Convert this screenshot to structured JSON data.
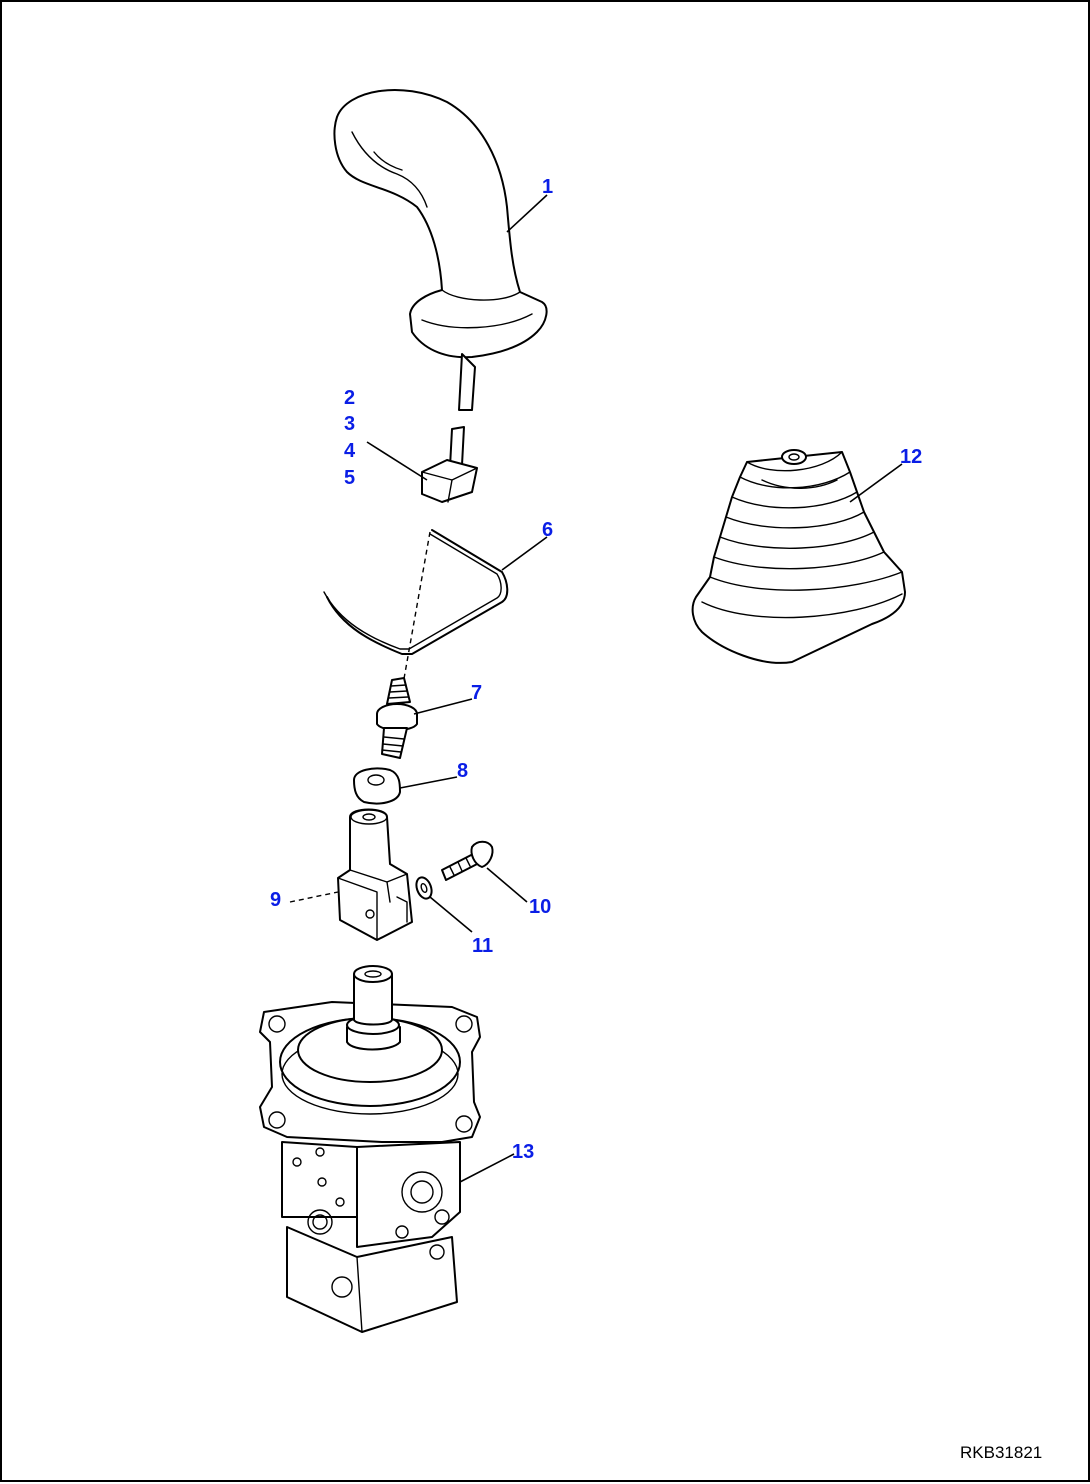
{
  "callouts": [
    {
      "id": "1",
      "label": "1"
    },
    {
      "id": "2",
      "label": "2"
    },
    {
      "id": "3",
      "label": "3"
    },
    {
      "id": "4",
      "label": "4"
    },
    {
      "id": "5",
      "label": "5"
    },
    {
      "id": "6",
      "label": "6"
    },
    {
      "id": "7",
      "label": "7"
    },
    {
      "id": "8",
      "label": "8"
    },
    {
      "id": "9",
      "label": "9"
    },
    {
      "id": "10",
      "label": "10"
    },
    {
      "id": "11",
      "label": "11"
    },
    {
      "id": "12",
      "label": "12"
    },
    {
      "id": "13",
      "label": "13"
    }
  ],
  "drawing_code": "RKB31821",
  "colors": {
    "callout": "#0a1ee6",
    "line": "#000000",
    "background": "#ffffff"
  }
}
